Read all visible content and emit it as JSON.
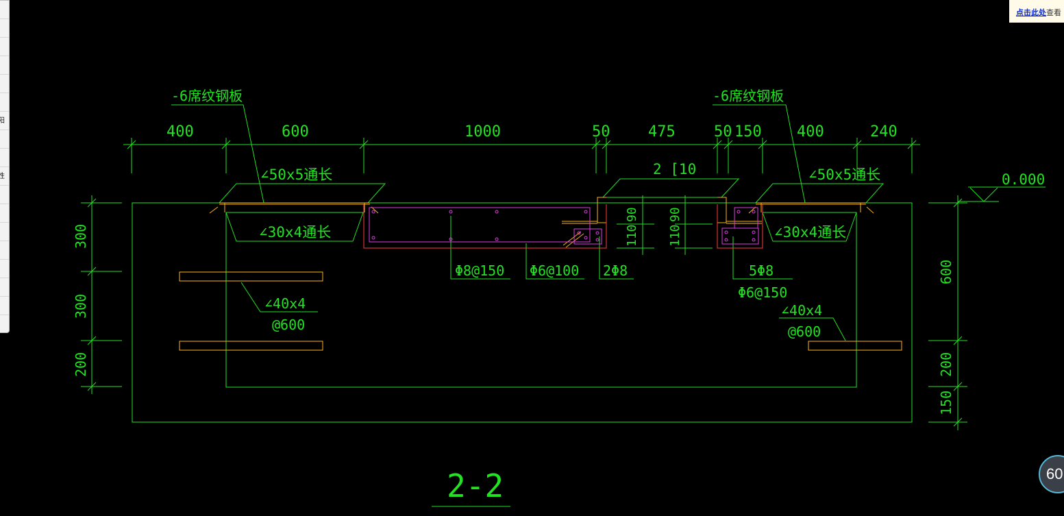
{
  "side_panel": {
    "rows": [
      "",
      "",
      "",
      "",
      "",
      "",
      "阳",
      "",
      "",
      "性",
      "",
      "",
      "",
      "",
      "",
      "",
      ""
    ]
  },
  "notice": {
    "link": "点击此处",
    "rest": "查看"
  },
  "fps_badge": "60",
  "drawing": {
    "plate_left": "-6席纹钢板",
    "plate_right": "-6席纹钢板",
    "top_dims": [
      "400",
      "600",
      "1000",
      "50",
      "475",
      "50",
      "150",
      "400",
      "240"
    ],
    "angle_50_left": "∠50x5通长",
    "angle_50_right": "∠50x5通长",
    "angle_30_left": "∠30x4通长",
    "angle_30_right": "∠30x4通长",
    "channel": "2 [10",
    "elev": "0.000",
    "rebar_phi8": "Φ8@150",
    "rebar_phi6": "Φ6@100",
    "rebar_2phi8": "2Φ8",
    "rebar_5phi8": "5Φ8",
    "rebar_phi6_150": "Φ6@150",
    "left_vdims": [
      "300",
      "300",
      "200"
    ],
    "right_vdims": [
      "600",
      "200",
      "150"
    ],
    "mid_vdims": [
      "110",
      "90",
      "110",
      "90"
    ],
    "angle40_left": "∠40x4",
    "at600_left": "@600",
    "angle40_right": "∠40x4",
    "at600_right": "@600",
    "section_title": "2-2"
  }
}
